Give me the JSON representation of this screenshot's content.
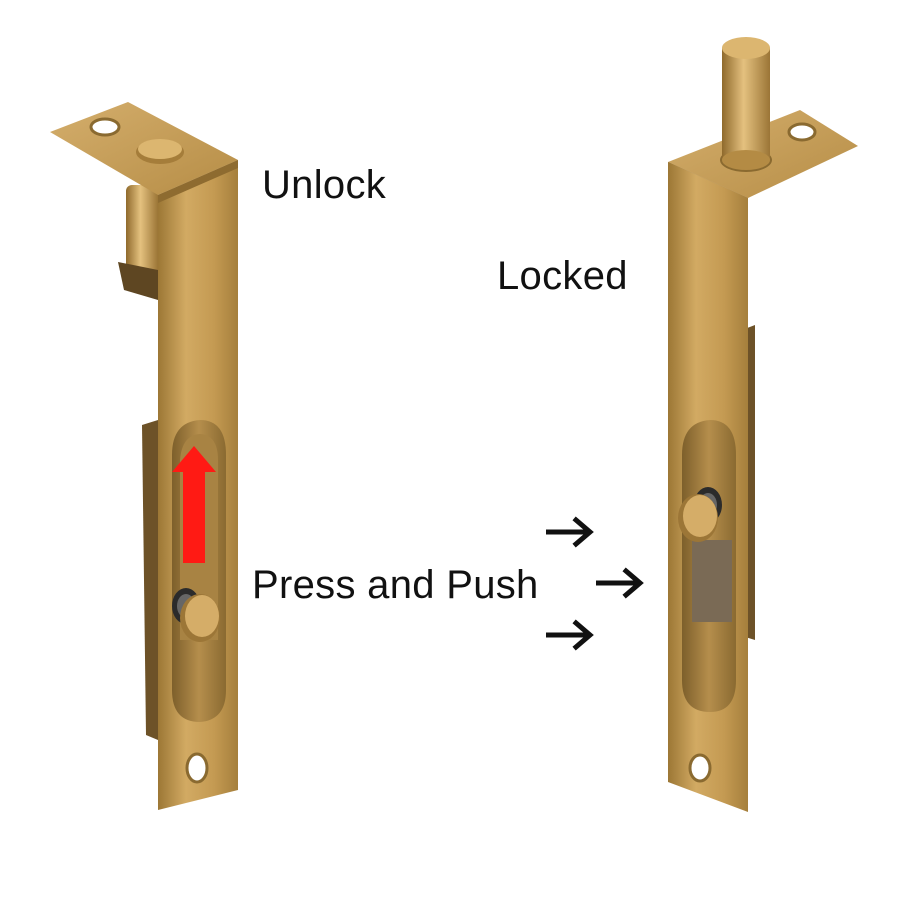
{
  "labels": {
    "unlock": "Unlock",
    "locked": "Locked",
    "instruction": "Press and Push"
  },
  "colors": {
    "brass": "#c49a52",
    "brass_dark": "#8a6a30",
    "brass_light": "#e2be7a",
    "background": "#ffffff",
    "arrow_up": "#ff1a14",
    "arrow_right": "#111111",
    "text": "#111111"
  },
  "icons": {
    "up_arrow": "red-up-arrow-icon",
    "right_arrow": "right-arrow-icon"
  }
}
